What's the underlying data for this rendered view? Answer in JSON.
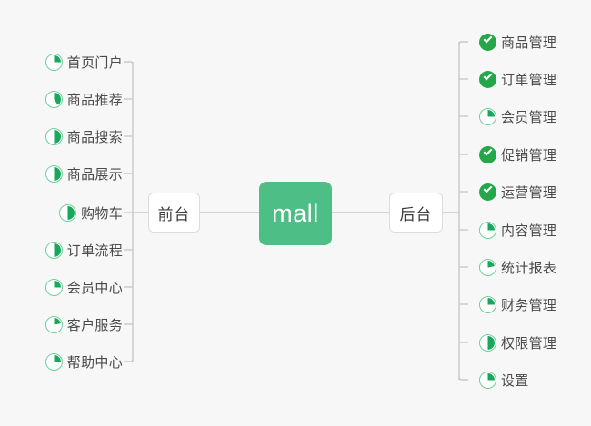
{
  "diagram": {
    "title": "mall",
    "background_color": "#f7f7f7",
    "root": {
      "label": "mall",
      "color": "#4ebe87",
      "text_color": "#ffffff"
    },
    "branches": [
      {
        "label": "前台",
        "side": "left"
      },
      {
        "label": "后台",
        "side": "right"
      }
    ],
    "legend": {
      "done_color": "#24a749",
      "progress_color": "#16a95c",
      "ring_color": "#6ecf9c"
    },
    "left_items": [
      {
        "label": "首页门户",
        "status": "progress",
        "percent": 25
      },
      {
        "label": "商品推荐",
        "status": "progress",
        "percent": 40
      },
      {
        "label": "商品搜索",
        "status": "progress",
        "percent": 50
      },
      {
        "label": "商品展示",
        "status": "progress",
        "percent": 50
      },
      {
        "label": "购物车",
        "status": "progress",
        "percent": 50
      },
      {
        "label": "订单流程",
        "status": "progress",
        "percent": 50
      },
      {
        "label": "会员中心",
        "status": "progress",
        "percent": 25
      },
      {
        "label": "客户服务",
        "status": "progress",
        "percent": 22
      },
      {
        "label": "帮助中心",
        "status": "progress",
        "percent": 25
      }
    ],
    "right_items": [
      {
        "label": "商品管理",
        "status": "done",
        "percent": 100
      },
      {
        "label": "订单管理",
        "status": "done",
        "percent": 100
      },
      {
        "label": "会员管理",
        "status": "progress",
        "percent": 25
      },
      {
        "label": "促销管理",
        "status": "done",
        "percent": 100
      },
      {
        "label": "运营管理",
        "status": "done",
        "percent": 100
      },
      {
        "label": "内容管理",
        "status": "progress",
        "percent": 25
      },
      {
        "label": "统计报表",
        "status": "progress",
        "percent": 22
      },
      {
        "label": "财务管理",
        "status": "progress",
        "percent": 25
      },
      {
        "label": "权限管理",
        "status": "progress",
        "percent": 50
      },
      {
        "label": "设置",
        "status": "progress",
        "percent": 25
      }
    ]
  }
}
